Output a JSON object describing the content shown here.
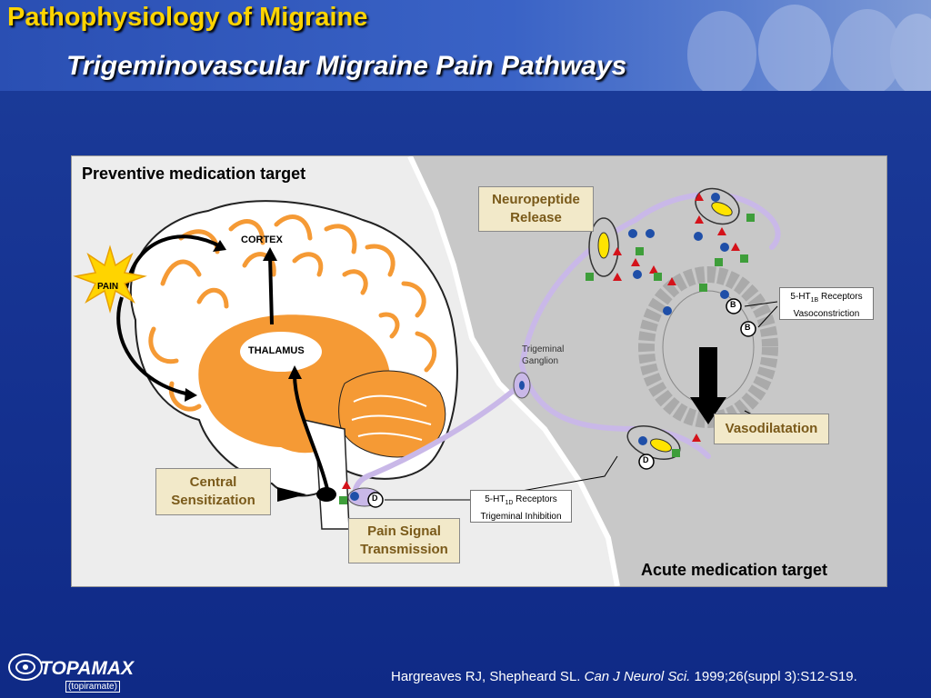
{
  "slide": {
    "title": "Pathophysiology of Migraine",
    "subtitle": "Trigeminovascular Migraine Pain Pathways"
  },
  "diagram": {
    "preventive_label": "Preventive medication target",
    "acute_label": "Acute medication target",
    "cortex": "CORTEX",
    "thalamus": "THALAMUS",
    "pain": "PAIN",
    "neuropeptide_line1": "Neuropeptide",
    "neuropeptide_line2": "Release",
    "central_line1": "Central",
    "central_line2": "Sensitization",
    "painsignal_line1": "Pain Signal",
    "painsignal_line2": "Transmission",
    "vasodilatation": "Vasodilatation",
    "trigeminal_line1": "Trigeminal",
    "trigeminal_line2": "Ganglion",
    "receptor_1b_line1_pre": "5-HT",
    "receptor_1b_sub": "1B",
    "receptor_1b_line1_post": " Receptors",
    "receptor_1b_line2": "Vasoconstriction",
    "receptor_1d_line1_pre": "5-HT",
    "receptor_1d_sub": "1D",
    "receptor_1d_line1_post": " Receptors",
    "receptor_1d_line2": "Trigeminal Inhibition",
    "marker_b": "B",
    "marker_d": "D"
  },
  "colors": {
    "title": "#ffd400",
    "brain_orange": "#f59a35",
    "nerve_purple": "#c9b8e8",
    "triangle_red": "#d4121a",
    "circle_blue": "#1f4fa8",
    "square_green": "#3e9e3a"
  },
  "footer": {
    "logo_text": "TOPAMAX",
    "logo_sub": "(topiramate)",
    "citation_authors": "Hargreaves RJ, Shepheard SL. ",
    "citation_journal": "Can J Neurol Sci.",
    "citation_ref": " 1999;26(suppl 3):S12-S19."
  }
}
